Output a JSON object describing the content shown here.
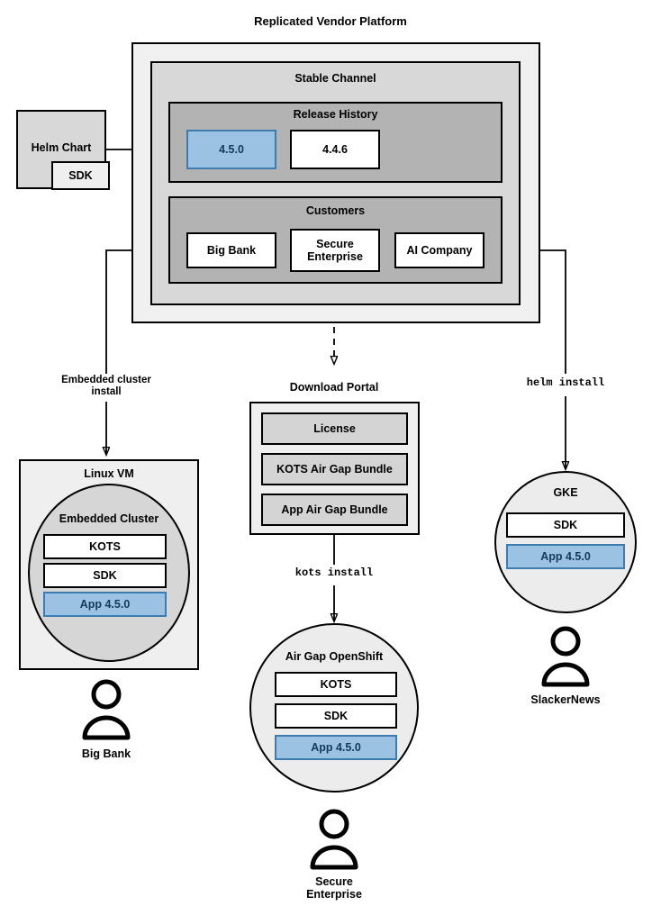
{
  "diagram": {
    "title": "Replicated Vendor Platform",
    "colors": {
      "accent_blue_fill": "#9bc2e2",
      "accent_blue_border": "#3d7cb0",
      "accent_blue_text": "#14395c",
      "platform_fill": "#f0f0f0",
      "channel_fill": "#d8d8d8",
      "section_fill": "#b3b3b3",
      "cluster_fill": "#d6d6d6",
      "node_fill": "#ececec",
      "stroke": "#000000"
    }
  },
  "helm_chart": {
    "label": "Helm Chart",
    "sdk_label": "SDK"
  },
  "platform": {
    "channel": {
      "label": "Stable Channel",
      "release_history": {
        "label": "Release History",
        "releases": [
          {
            "version": "4.5.0",
            "highlighted": true
          },
          {
            "version": "4.4.6",
            "highlighted": false
          }
        ]
      },
      "customers": {
        "label": "Customers",
        "items": [
          {
            "name": "Big Bank"
          },
          {
            "name": "Secure\nEnterprise"
          },
          {
            "name": "AI Company"
          }
        ]
      }
    }
  },
  "flows": [
    {
      "id": "embedded-cluster-install",
      "label": "Embedded cluster\ninstall",
      "style": "solid"
    },
    {
      "id": "kots-install",
      "label": "kots install",
      "style": "solid",
      "mono": true
    },
    {
      "id": "helm-install",
      "label": "helm install",
      "style": "solid",
      "mono": true
    }
  ],
  "download_portal": {
    "label": "Download Portal",
    "artifacts": [
      {
        "name": "License"
      },
      {
        "name": "KOTS Air Gap Bundle"
      },
      {
        "name": "App Air Gap Bundle"
      }
    ]
  },
  "targets": [
    {
      "id": "linux-vm",
      "label": "Linux VM",
      "inner_label": "Embedded Cluster",
      "components": [
        {
          "name": "KOTS",
          "highlighted": false
        },
        {
          "name": "SDK",
          "highlighted": false
        },
        {
          "name": "App 4.5.0",
          "highlighted": true
        }
      ],
      "customer": "Big Bank"
    },
    {
      "id": "air-gap-openshift",
      "label": "Air Gap OpenShift",
      "components": [
        {
          "name": "KOTS",
          "highlighted": false
        },
        {
          "name": "SDK",
          "highlighted": false
        },
        {
          "name": "App 4.5.0",
          "highlighted": true
        }
      ],
      "customer": "Secure\nEnterprise"
    },
    {
      "id": "gke",
      "label": "GKE",
      "components": [
        {
          "name": "SDK",
          "highlighted": false
        },
        {
          "name": "App 4.5.0",
          "highlighted": true
        }
      ],
      "customer": "SlackerNews"
    }
  ]
}
